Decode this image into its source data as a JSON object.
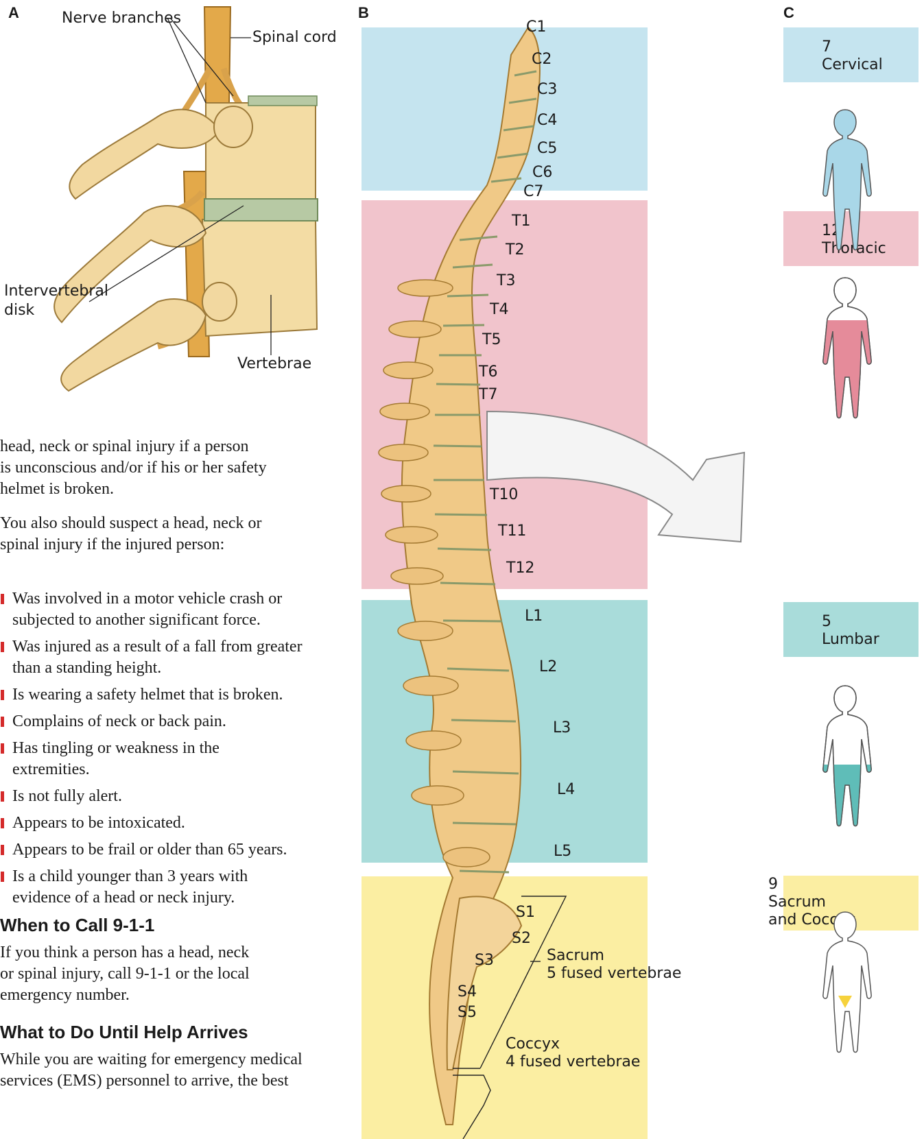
{
  "panels": {
    "a": "A",
    "b": "B",
    "c": "C"
  },
  "panel_a": {
    "labels": {
      "nerve_branches": "Nerve branches",
      "spinal_cord": "Spinal cord",
      "intervertebral_disk_line1": "Intervertebral",
      "intervertebral_disk_line2": "disk",
      "vertebrae": "Vertebrae"
    }
  },
  "panel_b": {
    "cervical": [
      "C1",
      "C2",
      "C3",
      "C4",
      "C5",
      "C6",
      "C7"
    ],
    "thoracic": [
      "T1",
      "T2",
      "T3",
      "T4",
      "T5",
      "T6",
      "T7",
      "T10",
      "T11",
      "T12"
    ],
    "lumbar": [
      "L1",
      "L2",
      "L3",
      "L4",
      "L5"
    ],
    "sacral": [
      "S1",
      "S2",
      "S3",
      "S4",
      "S5"
    ],
    "sacrum_title": "Sacrum",
    "sacrum_sub": "5 fused vertebrae",
    "coccyx_title": "Coccyx",
    "coccyx_sub": "4 fused vertebrae"
  },
  "panel_c": {
    "regions": [
      {
        "count": "7",
        "name": "Cervical",
        "color": "#c5e4ef"
      },
      {
        "count": "12",
        "name": "Thoracic",
        "color": "#f1c4cc"
      },
      {
        "count": "5",
        "name": "Lumbar",
        "color": "#a9dcda"
      },
      {
        "count": "9",
        "name_line1": "Sacrum",
        "name_line2": "and Coccyx",
        "color": "#fbeea2"
      }
    ]
  },
  "text": {
    "para1_l1": "head, neck or spinal injury if a person",
    "para1_l2": "is unconscious and/or if his or her safety",
    "para1_l3": "helmet is broken.",
    "para2_l1": "You also should suspect a head, neck or",
    "para2_l2": "spinal injury if the injured person:",
    "bullets": [
      "Was involved in a motor vehicle crash or subjected to another significant force.",
      "Was injured as a result of a fall from greater than a standing height.",
      "Is wearing a safety helmet that is broken.",
      "Complains of neck or back pain.",
      "Has tingling or weakness in the extremities.",
      "Is not fully alert.",
      "Appears to be intoxicated.",
      "Appears to be frail or older than 65 years.",
      "Is a child younger than 3 years with evidence of a head or neck injury."
    ],
    "heading1": "When to Call 9-1-1",
    "para3_l1": "If you think a person has a head, neck",
    "para3_l2": "or spinal injury, call 9-1-1 or the local",
    "para3_l3": "emergency number.",
    "heading2": "What to Do Until Help Arrives",
    "para4_l1": "While you are waiting for emergency medical",
    "para4_l2": "services (EMS) personnel to arrive, the best"
  },
  "colors": {
    "cervical": "#c5e4ef",
    "thoracic": "#f1c4cc",
    "lumbar": "#a9dcda",
    "sacral": "#fbeea2",
    "bone": "#f0c987",
    "bullet": "#d42a2a"
  }
}
